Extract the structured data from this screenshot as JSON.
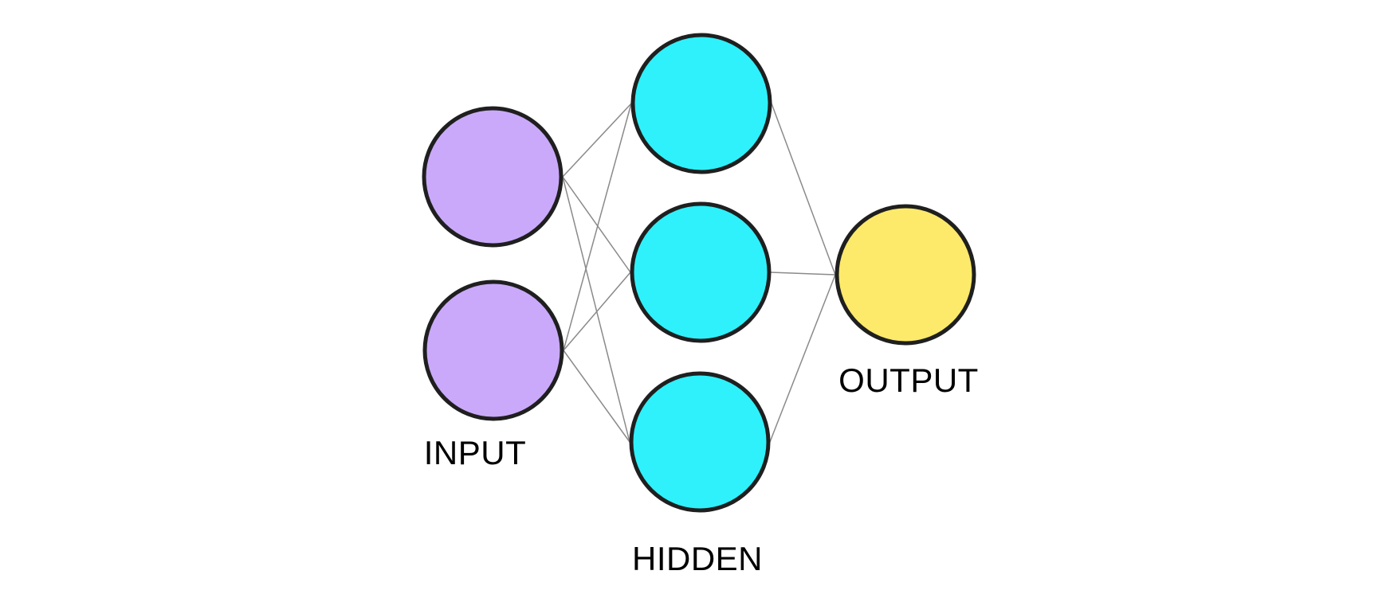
{
  "diagram": {
    "type": "neural-network",
    "architecture": "2-3-1",
    "background_color": "#ffffff",
    "node_stroke_color": "#1f1f1f",
    "edge_color": "#8a8a8a",
    "label_color": "#000000",
    "layers": [
      {
        "id": "input",
        "label": "INPUT",
        "node_color": "#caa9fa",
        "node_count": 2
      },
      {
        "id": "hidden",
        "label": "HIDDEN",
        "node_color": "#2ef1fb",
        "node_count": 3
      },
      {
        "id": "output",
        "label": "OUTPUT",
        "node_color": "#fdea6b",
        "node_count": 1
      }
    ],
    "edges": [
      {
        "from": "input-1",
        "to": "hidden-1"
      },
      {
        "from": "input-1",
        "to": "hidden-2"
      },
      {
        "from": "input-1",
        "to": "hidden-3"
      },
      {
        "from": "input-2",
        "to": "hidden-1"
      },
      {
        "from": "input-2",
        "to": "hidden-2"
      },
      {
        "from": "input-2",
        "to": "hidden-3"
      },
      {
        "from": "hidden-1",
        "to": "output-1"
      },
      {
        "from": "hidden-2",
        "to": "output-1"
      },
      {
        "from": "hidden-3",
        "to": "output-1"
      }
    ]
  }
}
